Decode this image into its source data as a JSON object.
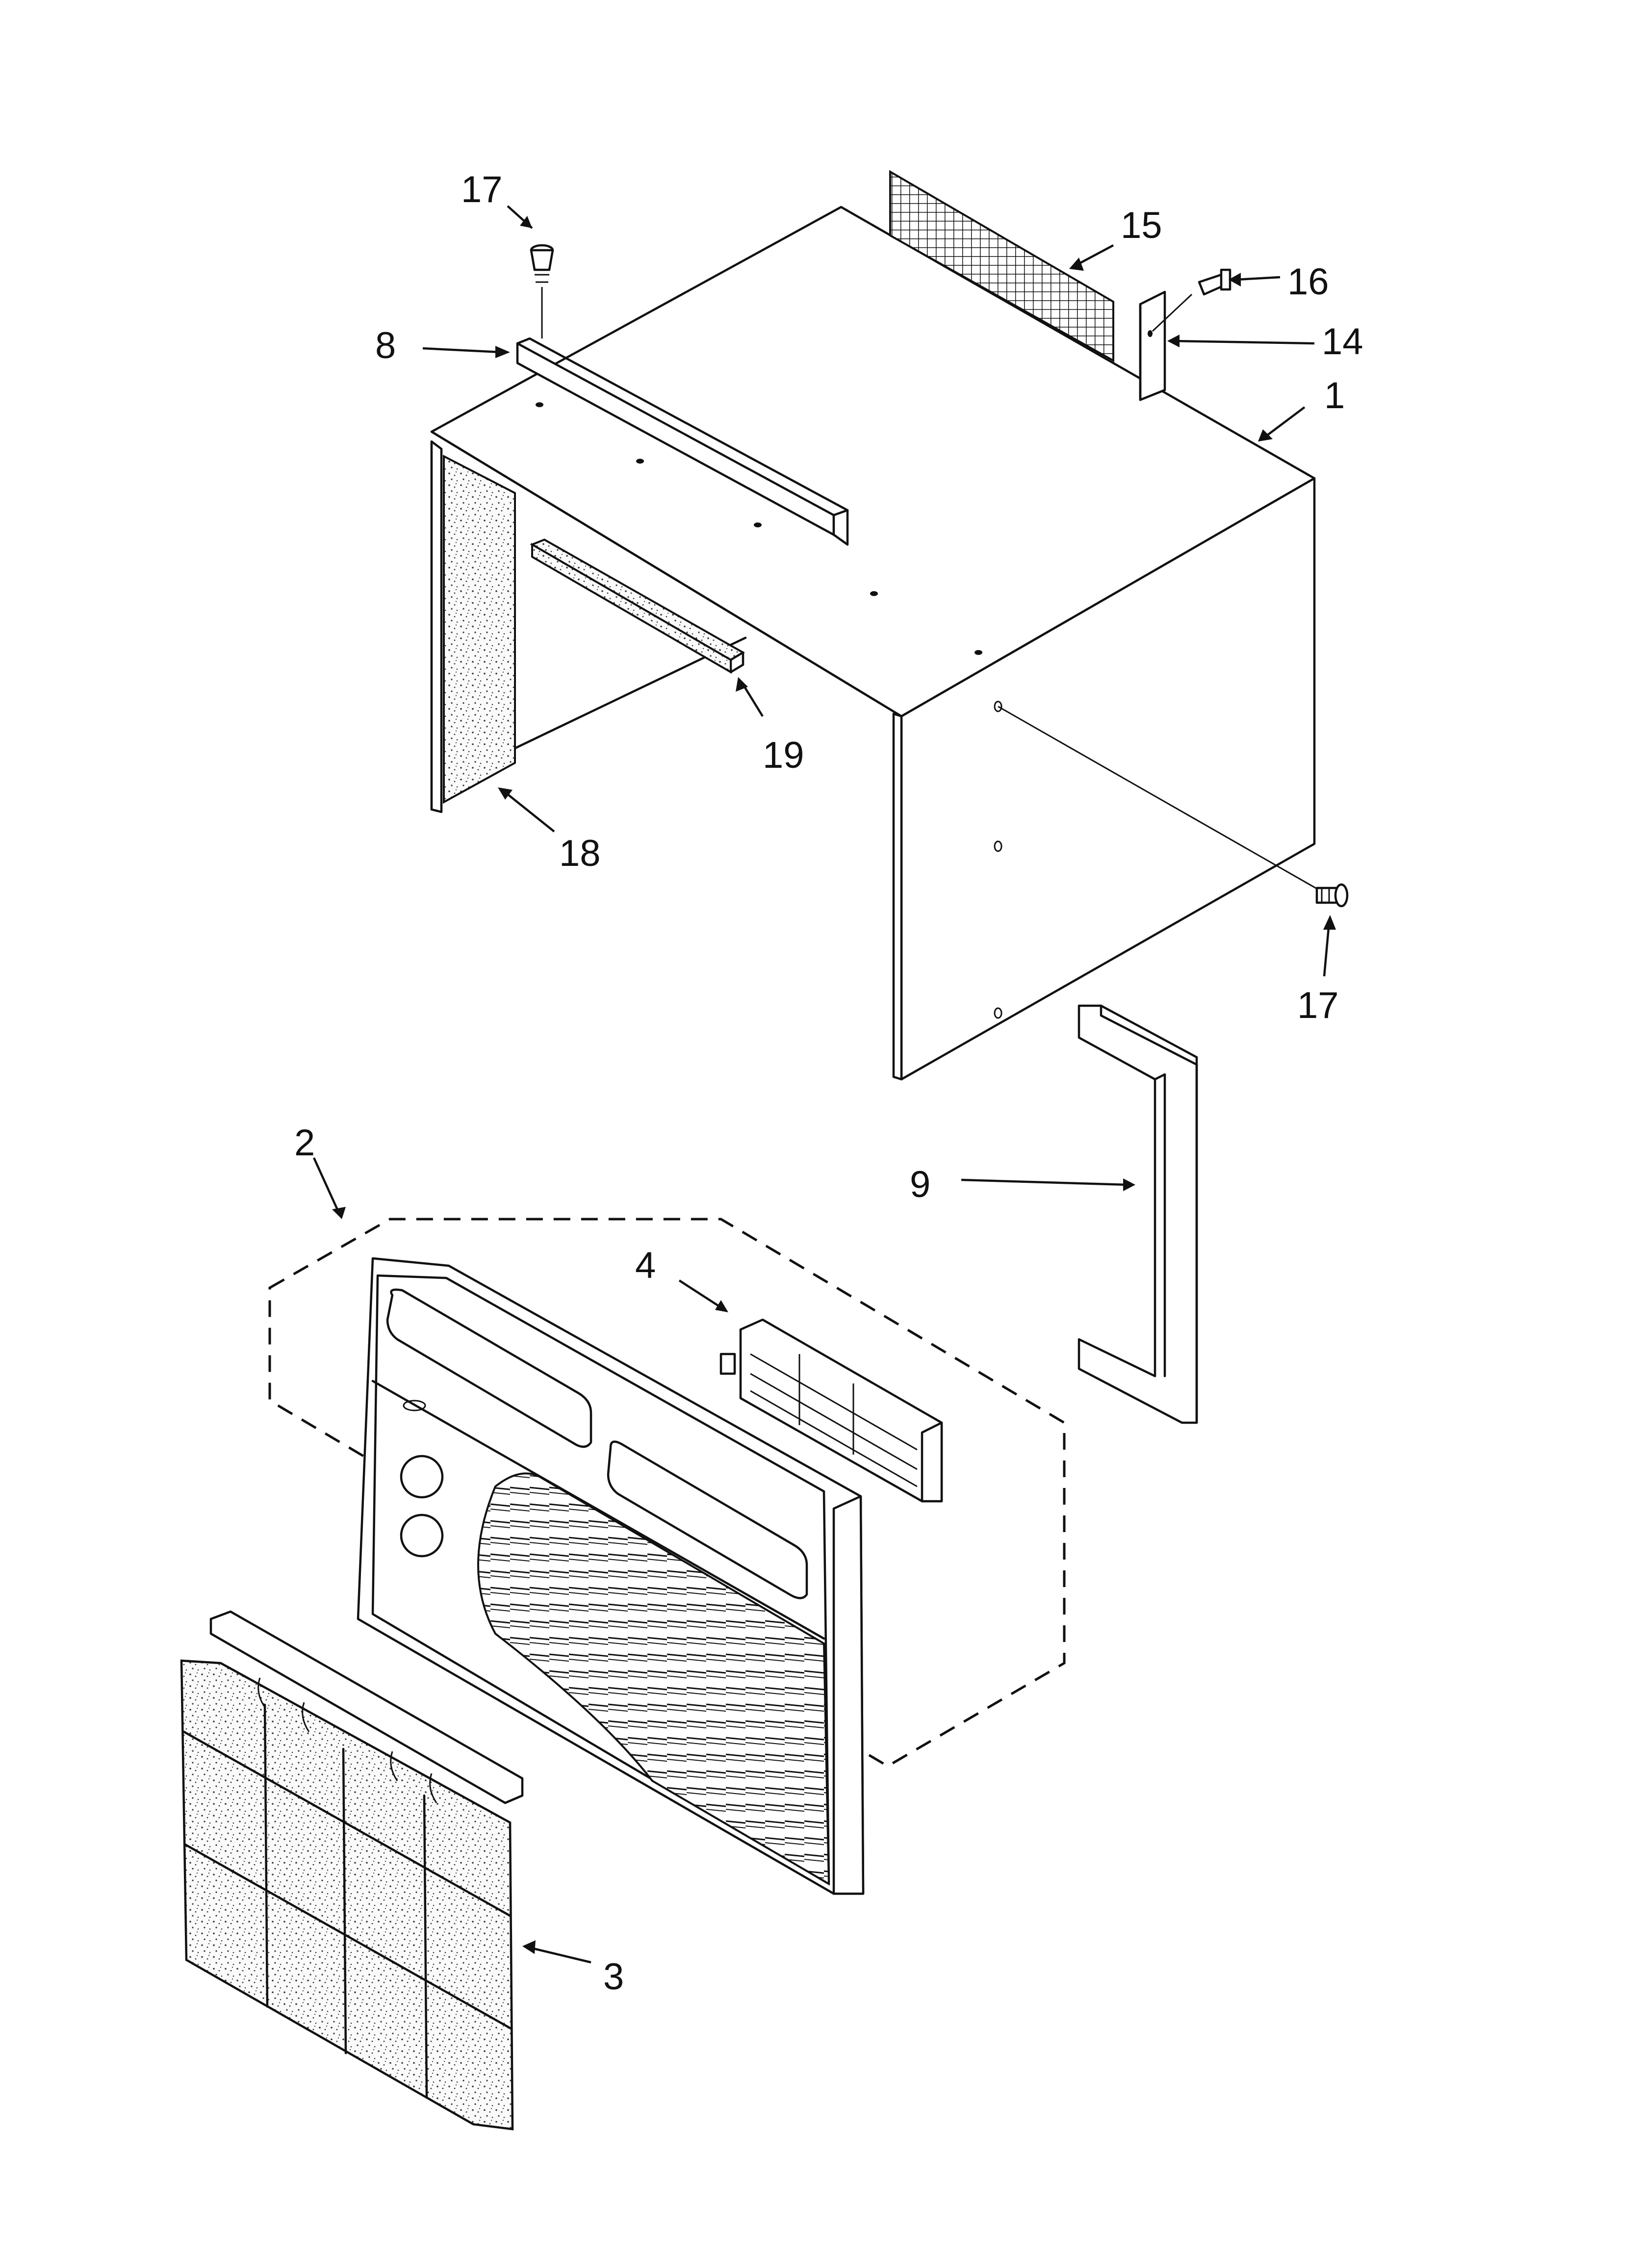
{
  "diagram": {
    "type": "exploded-parts-view",
    "callouts": [
      {
        "id": "17a",
        "label": "17"
      },
      {
        "id": "8",
        "label": "8"
      },
      {
        "id": "15",
        "label": "15"
      },
      {
        "id": "16",
        "label": "16"
      },
      {
        "id": "14",
        "label": "14"
      },
      {
        "id": "1",
        "label": "1"
      },
      {
        "id": "19",
        "label": "19"
      },
      {
        "id": "18",
        "label": "18"
      },
      {
        "id": "17b",
        "label": "17"
      },
      {
        "id": "2",
        "label": "2"
      },
      {
        "id": "9",
        "label": "9"
      },
      {
        "id": "4",
        "label": "4"
      },
      {
        "id": "3",
        "label": "3"
      }
    ]
  },
  "colors": {
    "line": "#111111",
    "background": "#ffffff",
    "foam": "#f1f1f1"
  }
}
